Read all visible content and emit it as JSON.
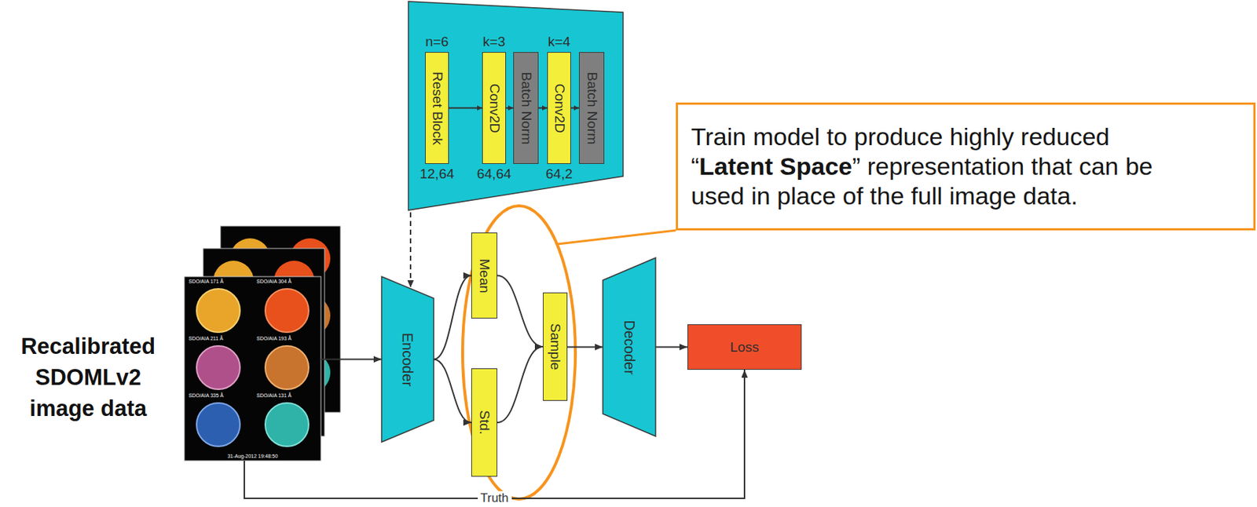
{
  "diagram": {
    "nodes": [
      {
        "text": [
          "n=6",
          "Reset Block",
          "12,64"
        ]
      },
      {
        "text": [
          "k=3",
          "Conv2D",
          "64,64"
        ]
      },
      {
        "text": [
          "Batch Norm"
        ]
      },
      {
        "text": [
          "k=4",
          "Conv2D",
          "64,2"
        ]
      },
      {
        "text": [
          "Batch Norm"
        ]
      },
      {
        "text": [
          "SDO/AIA 171 Å",
          "SDO/AIA 304 Å",
          "SDO/AIA 211 Å",
          "SDO/AIA 193 Å",
          "SDO/AIA 335 Å",
          "SDO/AIA 131 Å",
          "31-Aug-2012 19:48:50"
        ]
      },
      {
        "text": [
          "Encoder"
        ]
      },
      {
        "text": [
          "Mean"
        ]
      },
      {
        "text": [
          "Std."
        ]
      },
      {
        "text": [
          "Sample"
        ]
      },
      {
        "text": [
          "Decoder"
        ]
      },
      {
        "text": [
          "Loss"
        ]
      },
      {
        "text": [
          "Train model to produce highly reduced “Latent Space” representation that can be used in place of the full image data."
        ]
      }
    ],
    "edges": [
      {
        "from": 0,
        "to": 1,
        "arrow": "to"
      },
      {
        "from": 1,
        "to": 2,
        "arrow": "to"
      },
      {
        "from": 2,
        "to": 3,
        "arrow": "to"
      },
      {
        "from": 3,
        "to": 4,
        "arrow": "to"
      },
      {
        "from": 5,
        "to": 6,
        "arrow": "to"
      },
      {
        "from": 6,
        "to": 7,
        "arrow": "to"
      },
      {
        "from": 6,
        "to": 8,
        "arrow": "to"
      },
      {
        "from": 7,
        "to": 9,
        "arrow": "to"
      },
      {
        "from": 8,
        "to": 9,
        "arrow": "to"
      },
      {
        "from": 9,
        "to": 10,
        "arrow": "to"
      },
      {
        "from": 10,
        "to": 11,
        "arrow": "to"
      },
      {
        "from": 5,
        "to": 11,
        "label": "Truth",
        "arrow": "to"
      }
    ],
    "labels": [
      "Recalibrated SDOMLv2 image data"
    ]
  }
}
